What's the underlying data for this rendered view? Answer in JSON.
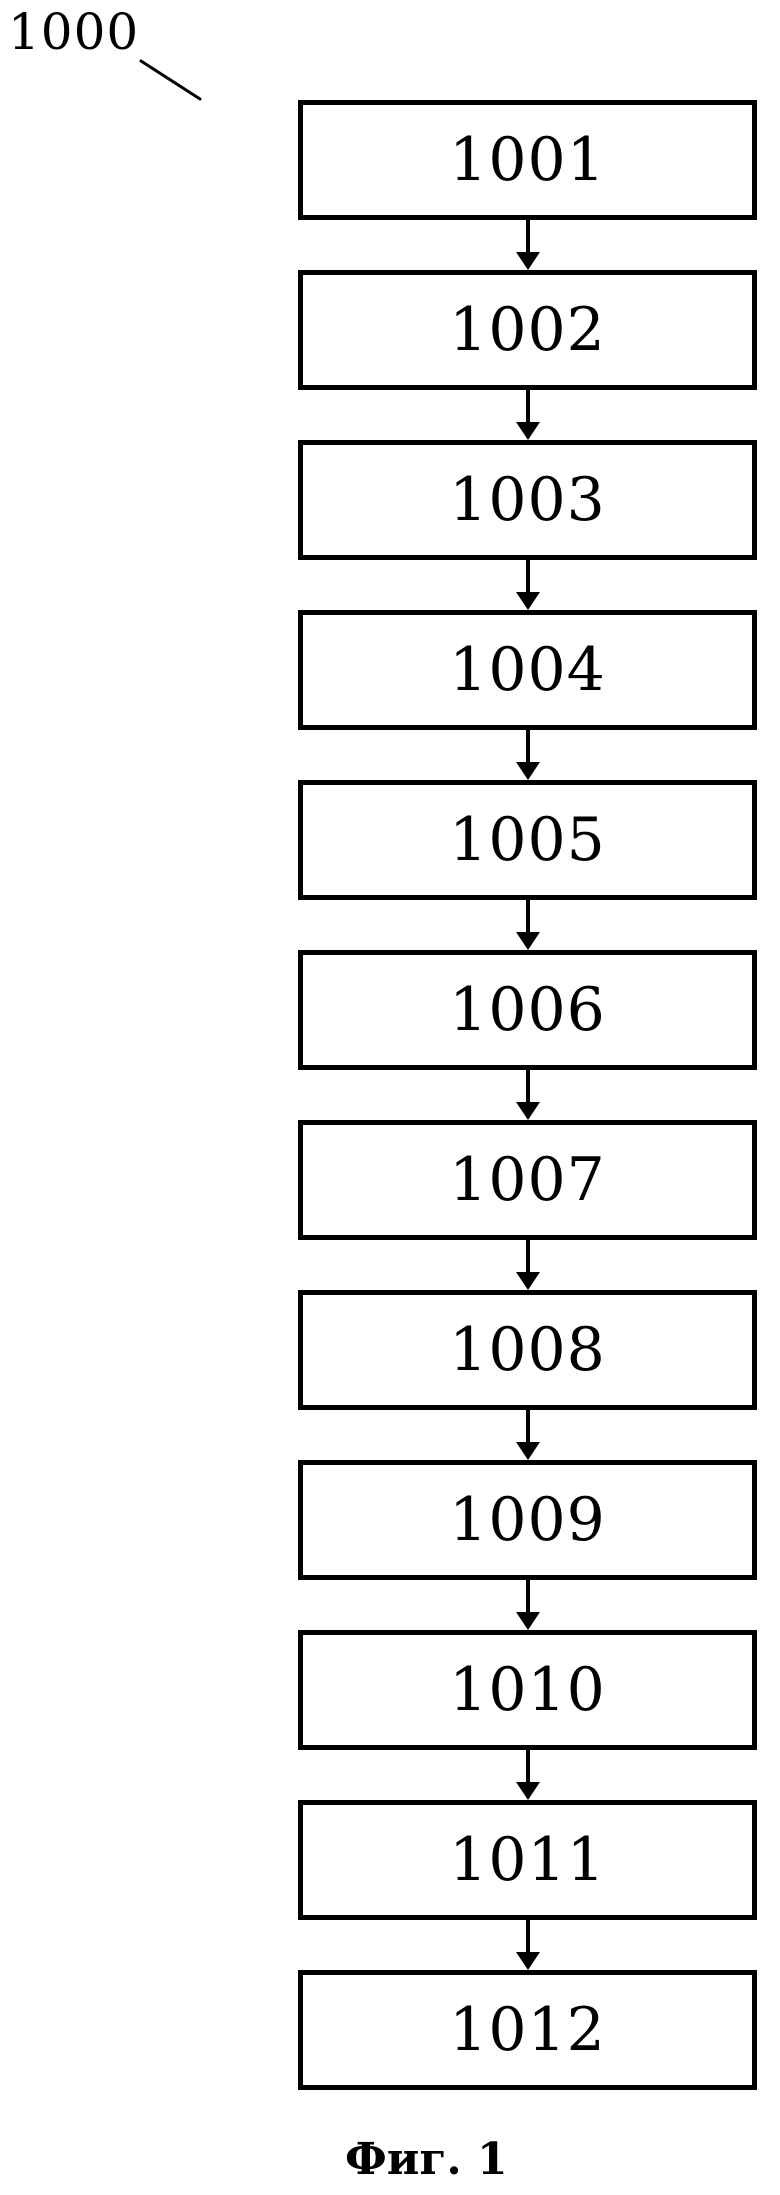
{
  "figure": {
    "reference_label": "1000",
    "caption": "Фиг. 1"
  },
  "flowchart": {
    "steps": [
      {
        "label": "1001"
      },
      {
        "label": "1002"
      },
      {
        "label": "1003"
      },
      {
        "label": "1004"
      },
      {
        "label": "1005"
      },
      {
        "label": "1006"
      },
      {
        "label": "1007"
      },
      {
        "label": "1008"
      },
      {
        "label": "1009"
      },
      {
        "label": "1010"
      },
      {
        "label": "1011"
      },
      {
        "label": "1012"
      }
    ]
  },
  "colors": {
    "ink": "#000000",
    "background": "#ffffff"
  }
}
